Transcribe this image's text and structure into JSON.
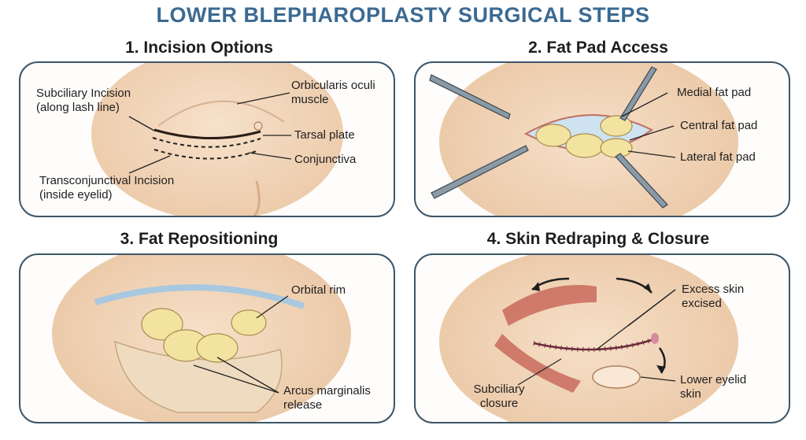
{
  "title": "LOWER BLEPHAROPLASTY SURGICAL STEPS",
  "panels": [
    {
      "title": "1. Incision Options",
      "labels": {
        "subciliary_line1": "Subciliary Incision",
        "subciliary_line2": "(along lash line)",
        "orbicularis_line1": "Orbicularis oculi",
        "orbicularis_line2": "muscle",
        "tarsal": "Tarsal plate",
        "conjunctiva": "Conjunctiva",
        "transconj_line1": "Transconjunctival Incision",
        "transconj_line2": "(inside eyelid)"
      }
    },
    {
      "title": "2. Fat Pad Access",
      "labels": {
        "medial": "Medial fat pad",
        "central": "Central fat pad",
        "lateral": "Lateral fat pad"
      }
    },
    {
      "title": "3. Fat Repositioning",
      "labels": {
        "orbital_rim": "Orbital rim",
        "arcus_line1": "Arcus marginalis",
        "arcus_line2": "release"
      }
    },
    {
      "title": "4. Skin Redraping & Closure",
      "labels": {
        "excess_line1": "Excess skin",
        "excess_line2": "excised",
        "subciliary_line1": "Subciliary",
        "subciliary_line2": "closure",
        "lower_line1": "Lower eyelid",
        "lower_line2": "skin"
      }
    }
  ],
  "colors": {
    "title": "#3b6a92",
    "panel_border": "#3d5568",
    "skin": "#f3d9bf",
    "fat": "#f3e3a0",
    "muscle": "#c96a5c",
    "conjunctiva": "#a8c8e0"
  }
}
